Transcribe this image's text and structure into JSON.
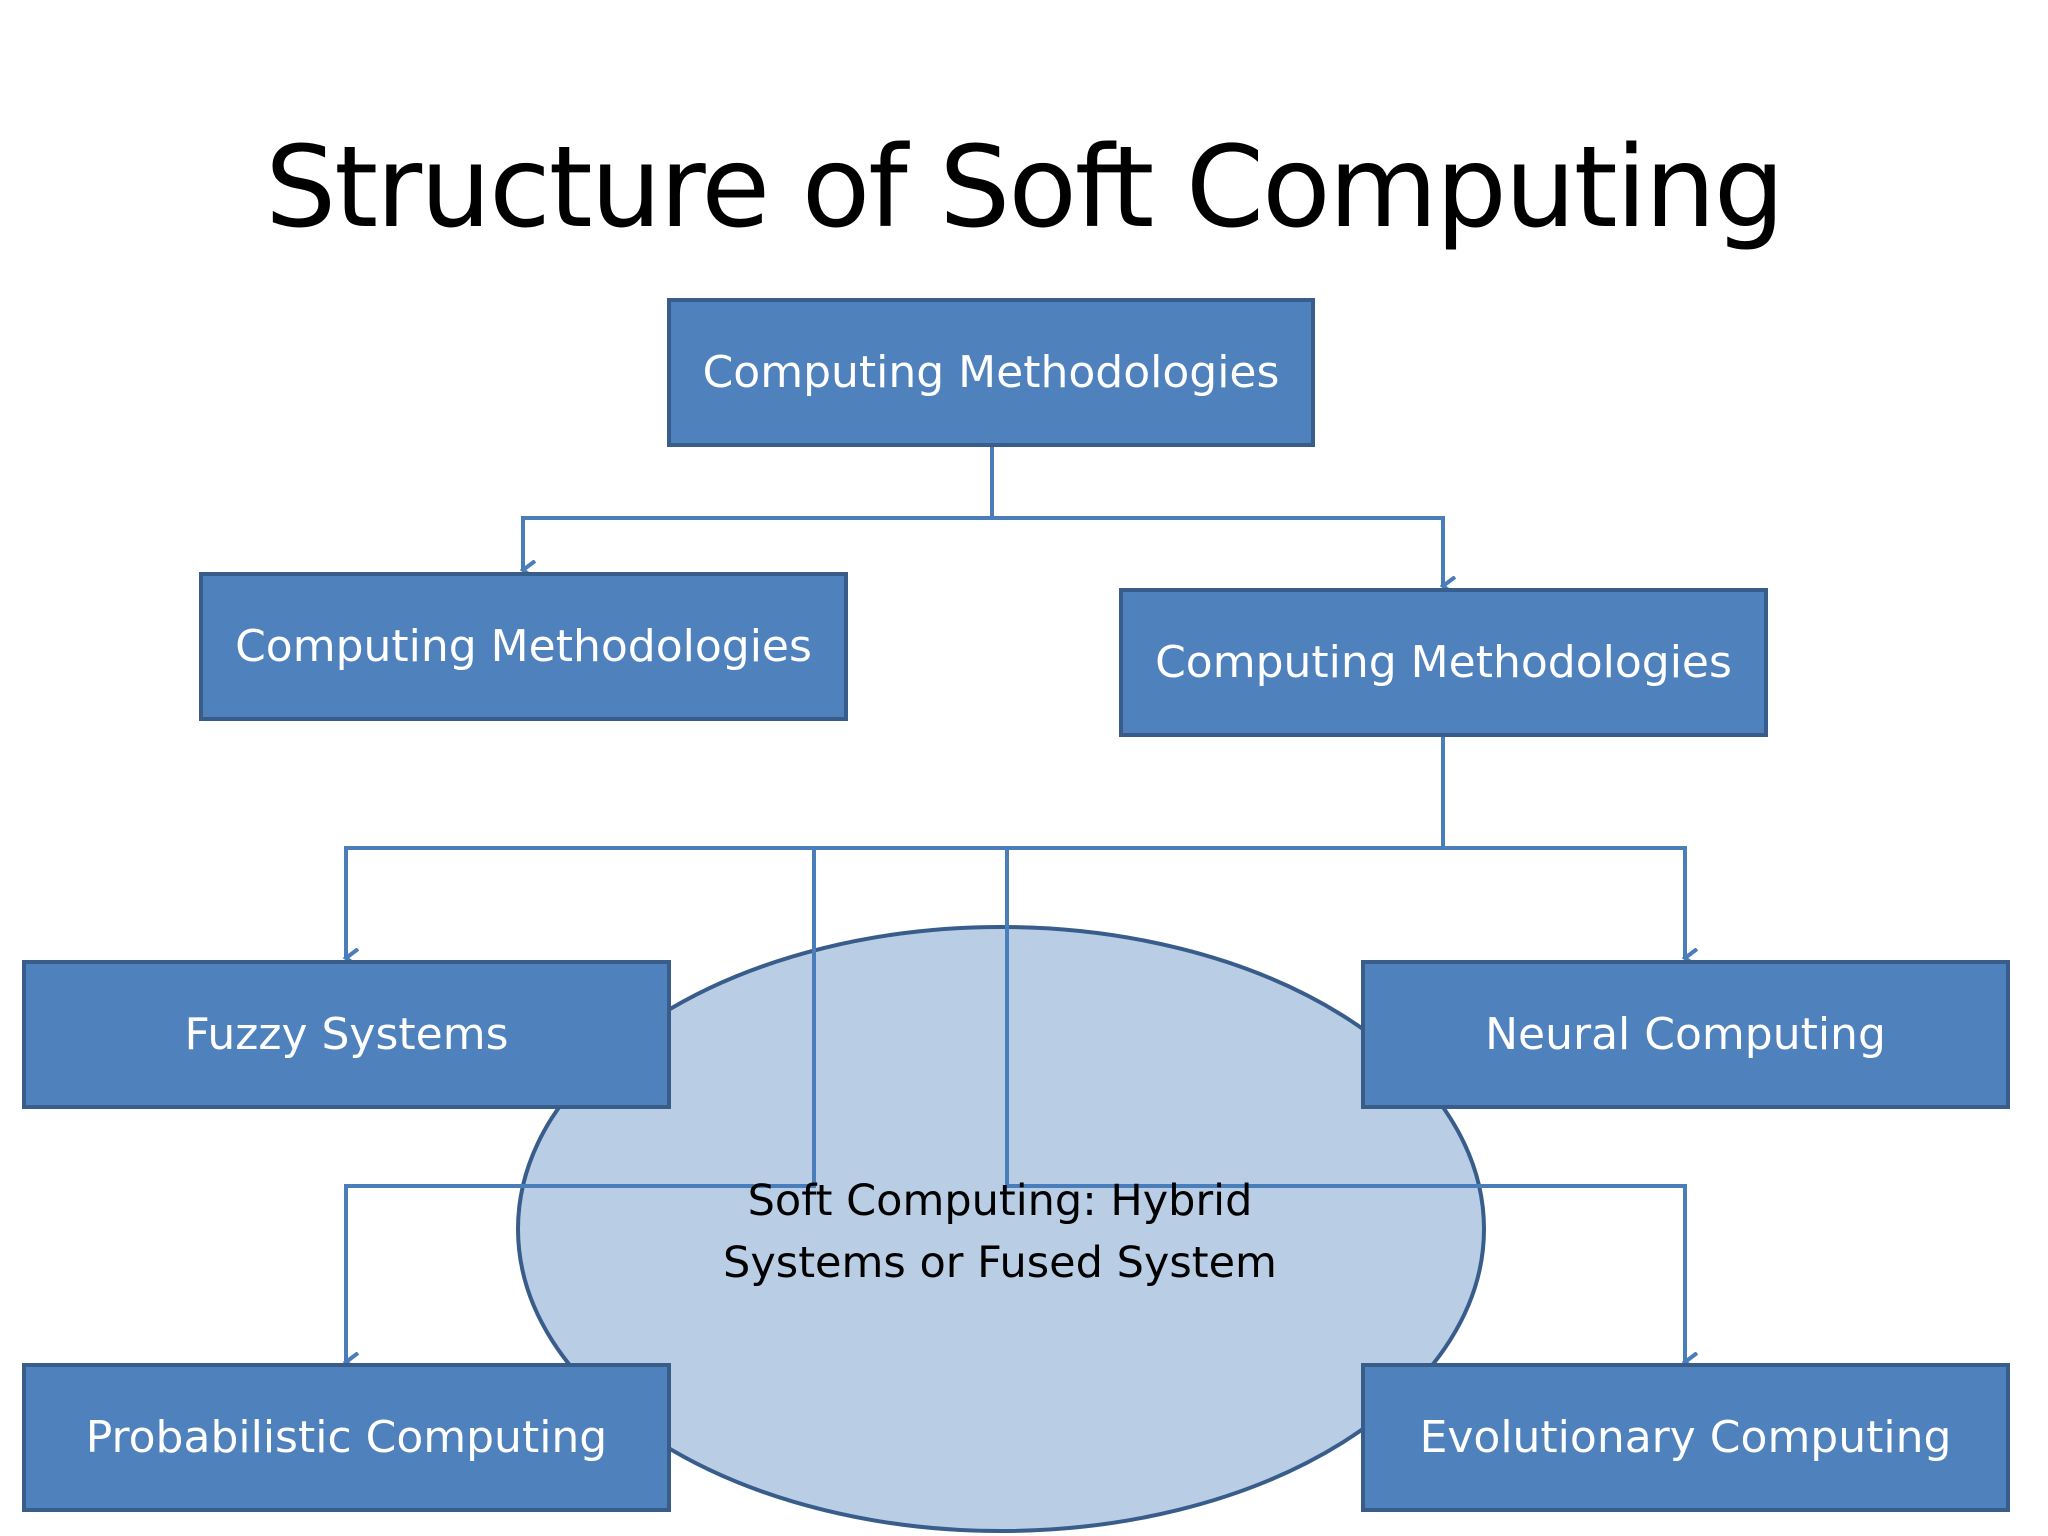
{
  "slide": {
    "title": "Structure of Soft Computing"
  },
  "diagram": {
    "top_node": {
      "label": "Computing Methodologies"
    },
    "left_node": {
      "label": "Computing Methodologies"
    },
    "right_node": {
      "label": "Computing Methodologies"
    },
    "leaves": {
      "fuzzy": "Fuzzy Systems",
      "neural": "Neural Computing",
      "probabilistic": "Probabilistic Computing",
      "evolutionary": "Evolutionary Computing"
    },
    "hybrid": {
      "line1": "Soft Computing: Hybrid",
      "line2": "Systems or Fused System"
    }
  },
  "colors": {
    "box_fill": "#4f81bd",
    "box_border": "#385d8a",
    "ellipse_fill": "#b9cde5",
    "ellipse_border": "#385d8a",
    "connector": "#4a7ebb",
    "box_text": "#ffffff",
    "title_text": "#000000"
  }
}
